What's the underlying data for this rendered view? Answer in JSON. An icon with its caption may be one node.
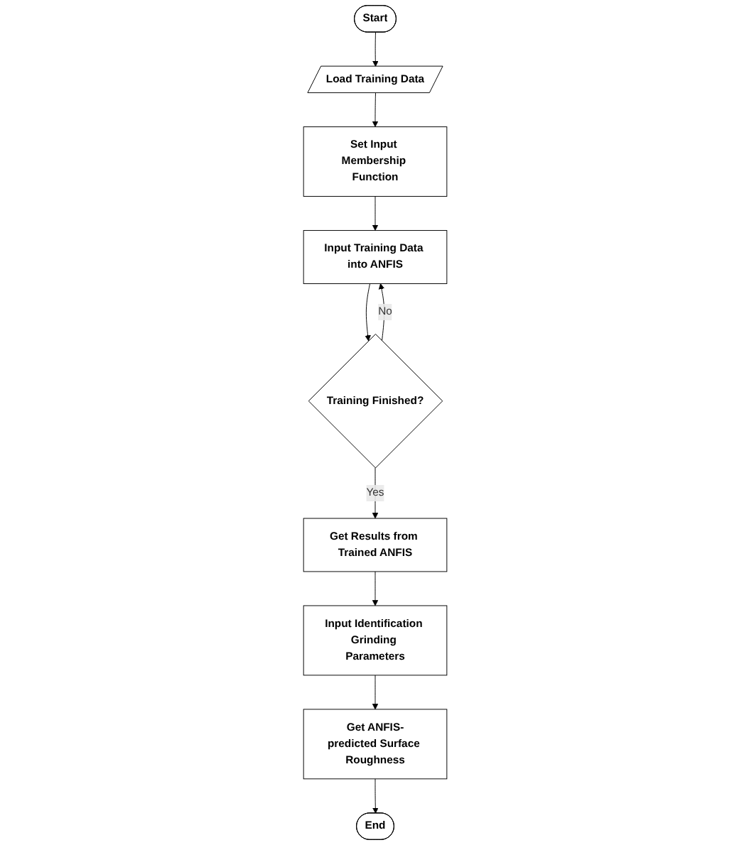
{
  "diagram": {
    "nodes": [
      {
        "text": [
          "Start"
        ]
      },
      {
        "text": [
          "Load Training Data"
        ]
      },
      {
        "text": [
          "Set Input Membership Function"
        ]
      },
      {
        "text": [
          "Input Training Data into ANFIS"
        ]
      },
      {
        "text": [
          "Training Finished?"
        ]
      },
      {
        "text": [
          "Get Results from Trained ANFIS"
        ]
      },
      {
        "text": [
          "Input Identification Grinding Parameters"
        ]
      },
      {
        "text": [
          "Get ANFIS-predicted Surface Roughness"
        ]
      },
      {
        "text": [
          "End"
        ]
      }
    ],
    "edges": [
      {
        "from": 0,
        "to": 1,
        "arrow": "to"
      },
      {
        "from": 1,
        "to": 2,
        "arrow": "to"
      },
      {
        "from": 2,
        "to": 3,
        "arrow": "to"
      },
      {
        "from": 4,
        "to": 3,
        "arrow": "to",
        "label": "No"
      },
      {
        "from": 3,
        "to": 4,
        "arrow": "to"
      },
      {
        "from": 4,
        "to": 5,
        "arrow": "to",
        "label": "Yes"
      },
      {
        "from": 5,
        "to": 6,
        "arrow": "to"
      },
      {
        "from": 6,
        "to": 7,
        "arrow": "to"
      },
      {
        "from": 7,
        "to": 8,
        "arrow": "to"
      }
    ]
  }
}
